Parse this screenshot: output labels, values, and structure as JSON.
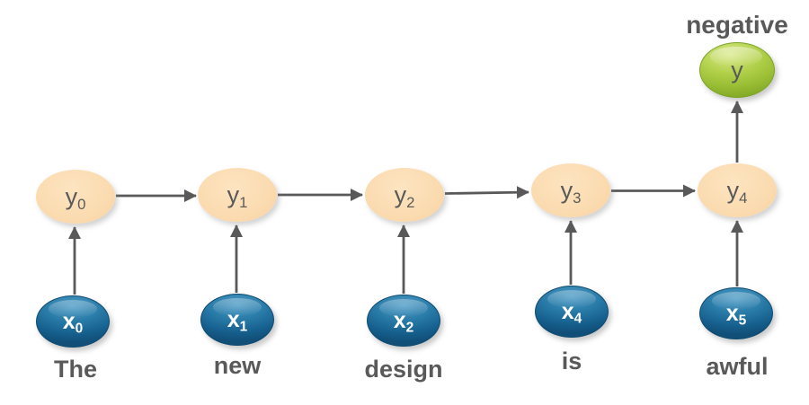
{
  "diagram": {
    "prediction": {
      "label": "negative",
      "node": {
        "base": "y",
        "sub": ""
      }
    },
    "steps": [
      {
        "word": "The",
        "input": {
          "base": "x",
          "sub": "0"
        },
        "hidden": {
          "base": "y",
          "sub": "0"
        }
      },
      {
        "word": "new",
        "input": {
          "base": "x",
          "sub": "1"
        },
        "hidden": {
          "base": "y",
          "sub": "1"
        }
      },
      {
        "word": "design",
        "input": {
          "base": "x",
          "sub": "2"
        },
        "hidden": {
          "base": "y",
          "sub": "2"
        }
      },
      {
        "word": "is",
        "input": {
          "base": "x",
          "sub": "4"
        },
        "hidden": {
          "base": "y",
          "sub": "3"
        }
      },
      {
        "word": "awful",
        "input": {
          "base": "x",
          "sub": "5"
        },
        "hidden": {
          "base": "y",
          "sub": "4"
        }
      }
    ],
    "colors": {
      "hidden_fill": "#fbdcb2",
      "input_fill": "#1d6b9c",
      "output_fill": "#a8c93d",
      "arrow": "#595959",
      "text": "#595959",
      "node_text_light": "#ffffff"
    }
  }
}
